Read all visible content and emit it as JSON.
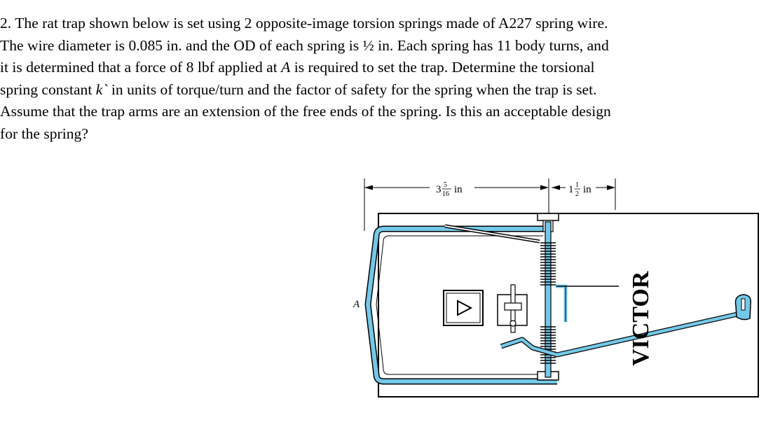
{
  "problem": {
    "lines": [
      "2. The rat trap shown below is set using 2 opposite-image torsion springs made of A227 spring wire.",
      "The wire diameter is 0.085 in. and the OD of each spring is ½ in.   Each spring has 11 body turns, and",
      "it is determined that a force of 8 lbf applied at ",
      "A",
      " is required to set the trap.  Determine the torsional",
      "spring constant ",
      "k`",
      " in units of torque/turn and the factor of safety for the spring when the trap is set.",
      "Assume that the trap arms are an extension of the free ends of the spring.  Is this an acceptable design",
      "for the spring?"
    ]
  },
  "figure": {
    "dim_left": {
      "whole": "3",
      "num": "5",
      "den": "16",
      "unit": "in"
    },
    "dim_right": {
      "whole": "1",
      "num": "1",
      "den": "2",
      "unit": "in"
    },
    "point_label": "A",
    "brand": "VICTOR",
    "colors": {
      "wire": "#74c8e8",
      "outline": "#000000"
    }
  }
}
